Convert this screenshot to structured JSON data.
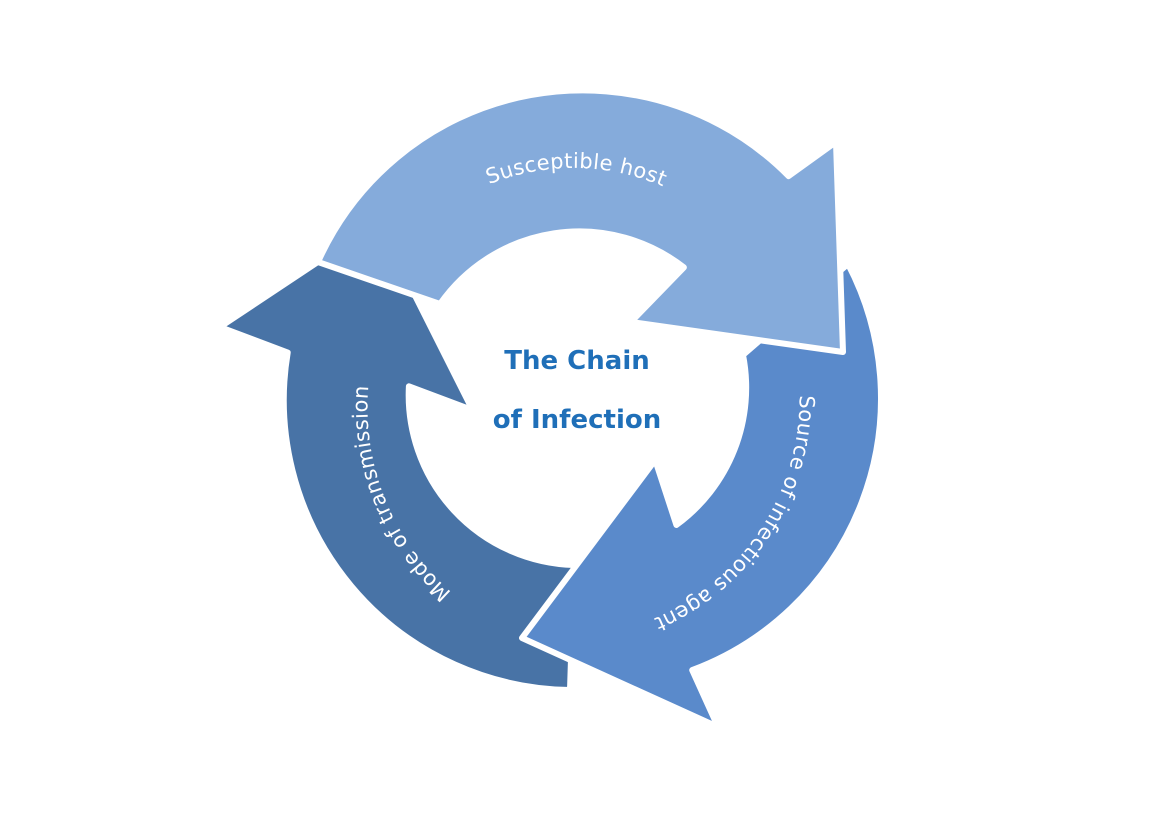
{
  "center": {
    "title_line1": "The Chain",
    "title_line2": "of Infection"
  },
  "segments": [
    {
      "label": "Susceptible host",
      "color": "#85ABDB"
    },
    {
      "label": "Source of infectious agent",
      "color": "#5A8ACB"
    },
    {
      "label": "Mode of transmission",
      "color": "#4873A6"
    }
  ],
  "colors": {
    "outline": "#ffffff",
    "title": "#1f6fb8",
    "background": "#ffffff"
  }
}
